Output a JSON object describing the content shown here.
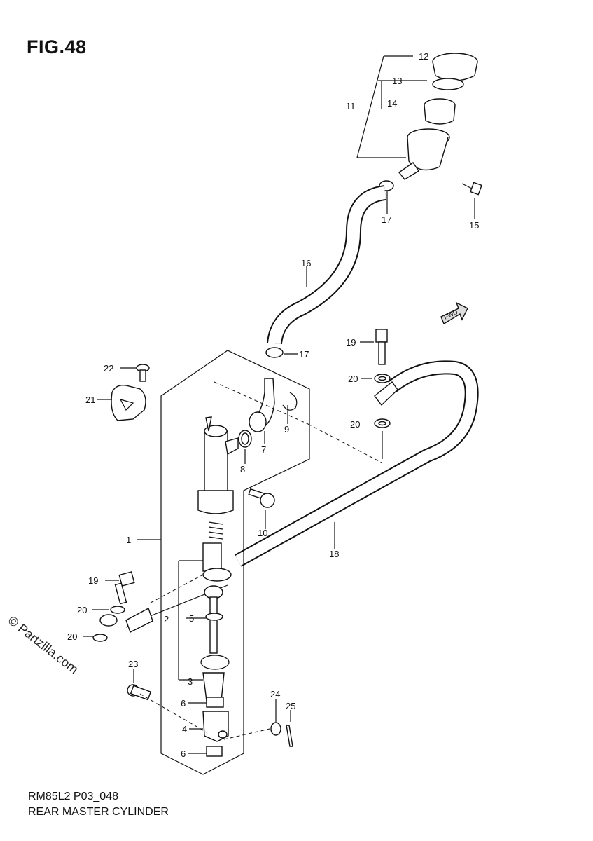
{
  "title": "FIG.48",
  "footer": {
    "code": "RM85L2 P03_048",
    "name": "REAR MASTER CYLINDER"
  },
  "watermark": "© Partzilla.com",
  "fwd_label": "FWD",
  "callouts": [
    {
      "id": "c1",
      "label": "1"
    },
    {
      "id": "c2",
      "label": "2"
    },
    {
      "id": "c3",
      "label": "3"
    },
    {
      "id": "c4",
      "label": "4"
    },
    {
      "id": "c5",
      "label": "5"
    },
    {
      "id": "c6a",
      "label": "6"
    },
    {
      "id": "c6b",
      "label": "6"
    },
    {
      "id": "c7",
      "label": "7"
    },
    {
      "id": "c8",
      "label": "8"
    },
    {
      "id": "c9",
      "label": "9"
    },
    {
      "id": "c10",
      "label": "10"
    },
    {
      "id": "c11",
      "label": "11"
    },
    {
      "id": "c12",
      "label": "12"
    },
    {
      "id": "c13",
      "label": "13"
    },
    {
      "id": "c14",
      "label": "14"
    },
    {
      "id": "c15",
      "label": "15"
    },
    {
      "id": "c16",
      "label": "16"
    },
    {
      "id": "c17a",
      "label": "17"
    },
    {
      "id": "c17b",
      "label": "17"
    },
    {
      "id": "c18",
      "label": "18"
    },
    {
      "id": "c19a",
      "label": "19"
    },
    {
      "id": "c19b",
      "label": "19"
    },
    {
      "id": "c20a",
      "label": "20"
    },
    {
      "id": "c20b",
      "label": "20"
    },
    {
      "id": "c20c",
      "label": "20"
    },
    {
      "id": "c20d",
      "label": "20"
    },
    {
      "id": "c21",
      "label": "21"
    },
    {
      "id": "c22",
      "label": "22"
    },
    {
      "id": "c23",
      "label": "23"
    },
    {
      "id": "c24",
      "label": "24"
    },
    {
      "id": "c25",
      "label": "25"
    }
  ]
}
